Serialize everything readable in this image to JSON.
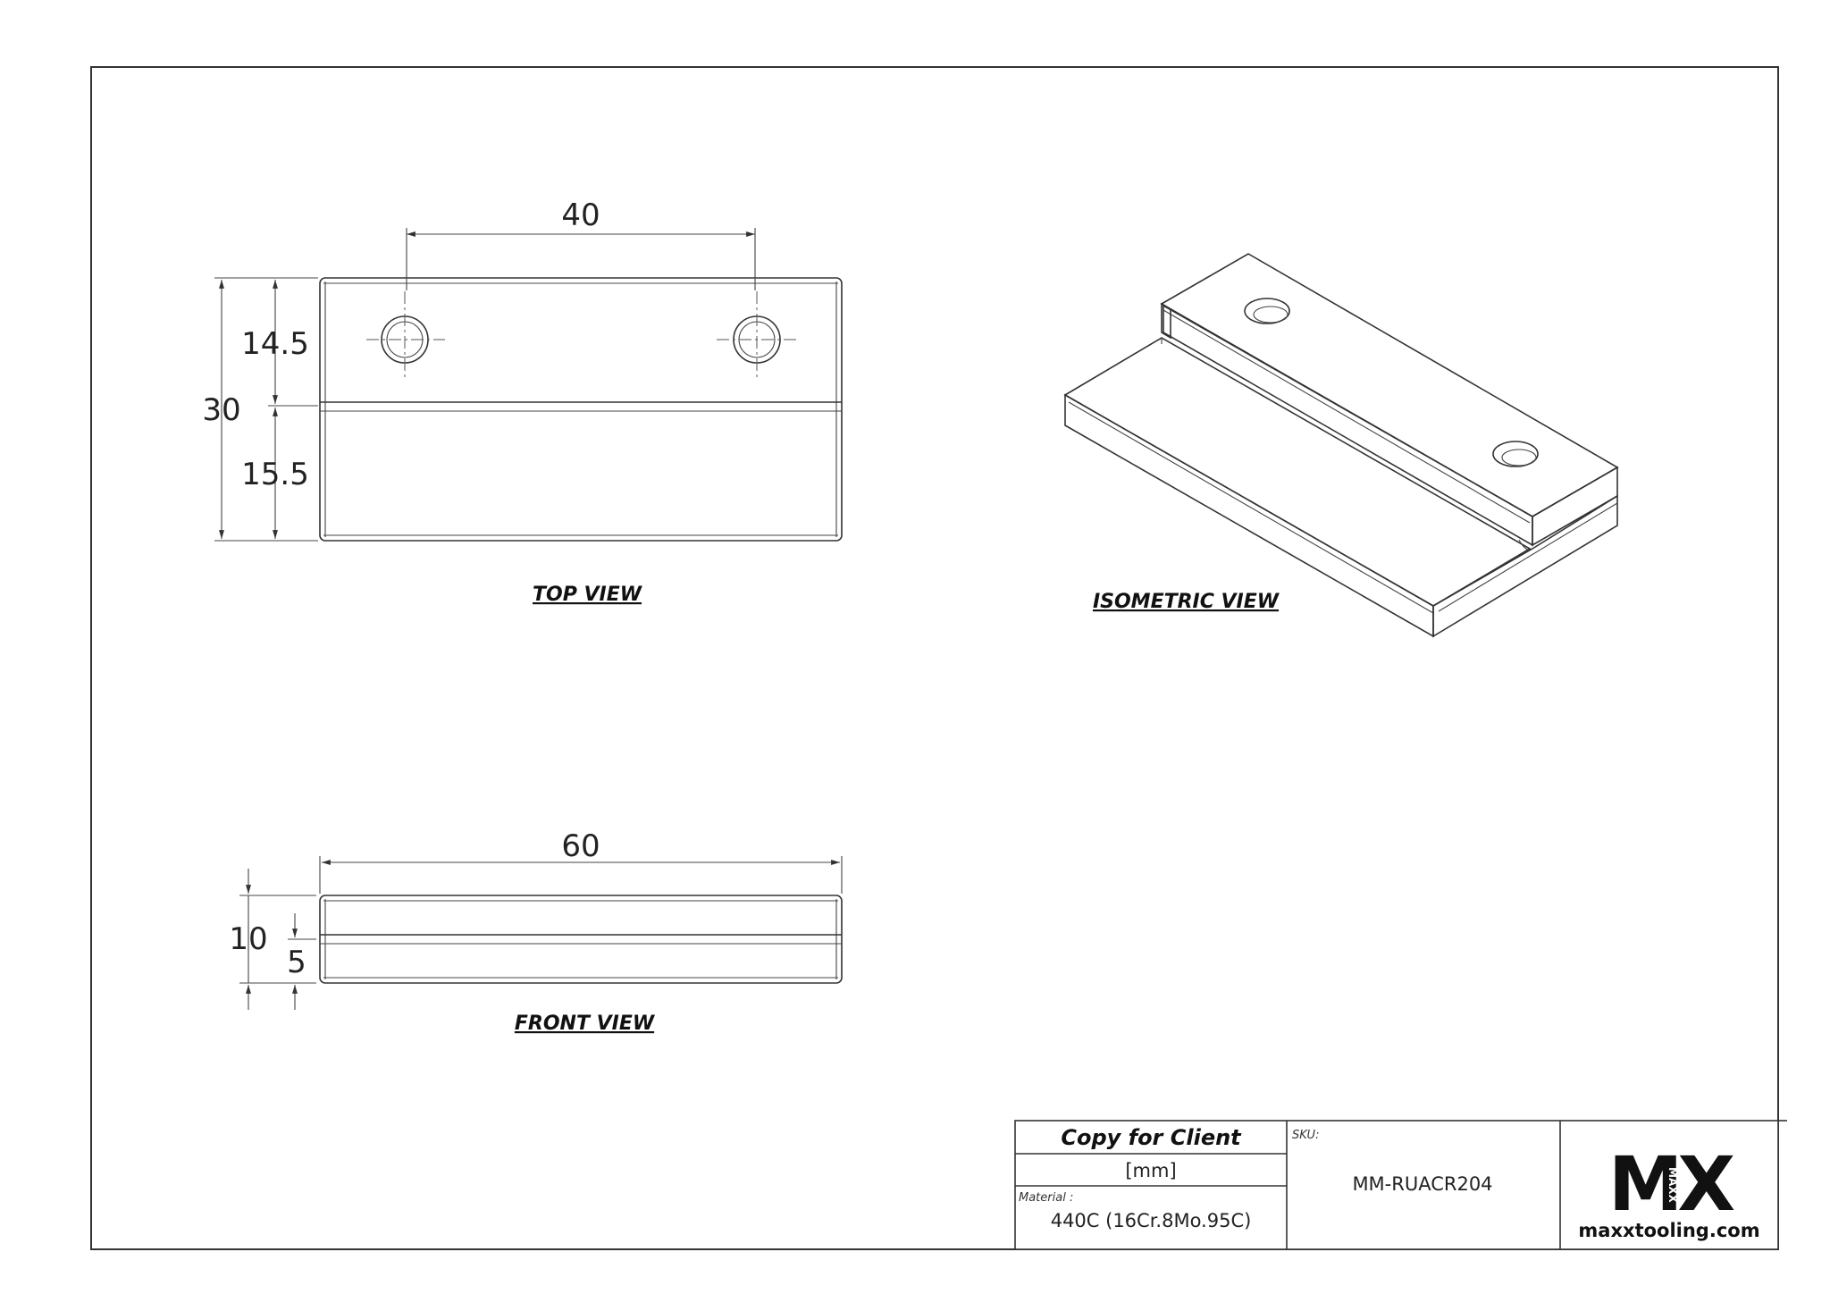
{
  "views": {
    "top": {
      "caption": "TOP VIEW",
      "dim_hole_spacing": "40",
      "dim_total_height": "30",
      "dim_upper": "14.5",
      "dim_lower": "15.5"
    },
    "front": {
      "caption": "FRONT VIEW",
      "dim_length": "60",
      "dim_height": "10",
      "dim_step": "5"
    },
    "isometric": {
      "caption": "ISOMETRIC VIEW"
    }
  },
  "title_block": {
    "copy_label": "Copy for Client",
    "units": "[mm]",
    "material_label": "Material :",
    "material_value": "440C (16Cr.8Mo.95C)",
    "sku_label": "SKU:",
    "sku_value": "MM-RUACR204",
    "logo_letters": "MX",
    "logo_vertical": "MAXX",
    "website": "maxxtooling.com"
  }
}
